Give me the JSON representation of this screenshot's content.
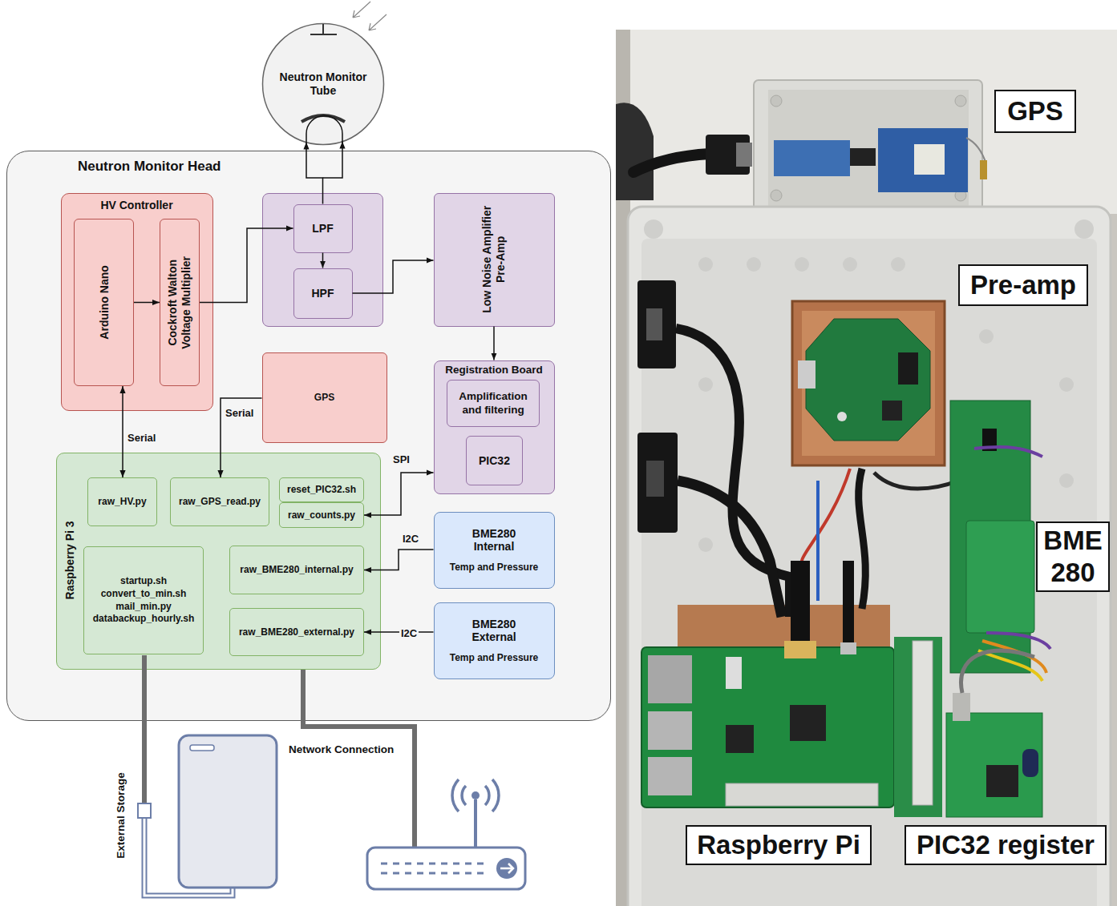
{
  "diagram": {
    "nodes": [
      {
        "text": [
          "Neutron Monitor Tube"
        ]
      },
      {
        "text": [
          "Neutron Monitor Head"
        ]
      },
      {
        "text": [
          "HV Controller"
        ],
        "in": 1
      },
      {
        "text": [
          "Arduino Nano"
        ],
        "in": 2
      },
      {
        "text": [
          "Cockroft Walton Voltage Multiplier"
        ],
        "in": 2
      },
      {
        "text": [
          "LPF"
        ],
        "in": 1
      },
      {
        "text": [
          "HPF"
        ],
        "in": 1
      },
      {
        "text": [
          "Low Noise Amplifier Pre-Amp"
        ],
        "in": 1
      },
      {
        "text": [
          "GPS"
        ],
        "in": 1
      },
      {
        "text": [
          "Registration Board"
        ],
        "in": 1
      },
      {
        "text": [
          "Amplification and filtering"
        ],
        "in": 9
      },
      {
        "text": [
          "PIC32"
        ],
        "in": 9
      },
      {
        "text": [
          "Raspberry Pi 3"
        ],
        "in": 1
      },
      {
        "text": [
          "raw_HV.py"
        ],
        "in": 12
      },
      {
        "text": [
          "raw_GPS_read.py"
        ],
        "in": 12
      },
      {
        "text": [
          "reset_PIC32.sh"
        ],
        "in": 12
      },
      {
        "text": [
          "raw_counts.py"
        ],
        "in": 12
      },
      {
        "text": [
          "startup.sh convert_to_min.sh mail_min.py databackup_hourly.sh"
        ],
        "in": 12
      },
      {
        "text": [
          "raw_BME280_internal.py"
        ],
        "in": 12
      },
      {
        "text": [
          "raw_BME280_external.py"
        ],
        "in": 12
      },
      {
        "text": [
          "BME280 Internal",
          "Temp and Pressure"
        ],
        "in": 1
      },
      {
        "text": [
          "BME280 External",
          "Temp and Pressure"
        ],
        "in": 1
      },
      {
        "text": [
          "GPS"
        ]
      },
      {
        "text": [
          "Pre-amp"
        ]
      },
      {
        "text": [
          "BME 280"
        ]
      },
      {
        "text": [
          "Raspberry Pi"
        ]
      },
      {
        "text": [
          "PIC32 register"
        ]
      }
    ],
    "edges": [
      {
        "from": 5,
        "to": 0,
        "arrow": "to"
      },
      {
        "from": 3,
        "to": 4,
        "arrow": "to"
      },
      {
        "from": 4,
        "to": 5,
        "arrow": "to"
      },
      {
        "from": 5,
        "to": 6,
        "arrow": "to"
      },
      {
        "from": 6,
        "to": 7,
        "arrow": "to"
      },
      {
        "from": 7,
        "to": 9,
        "arrow": "to"
      },
      {
        "from": 3,
        "to": 13,
        "label": "Serial",
        "arrow": "both"
      },
      {
        "from": 8,
        "to": 14,
        "label": "Serial",
        "arrow": "to"
      },
      {
        "from": 9,
        "to": 16,
        "label": "SPI",
        "arrow": "both"
      },
      {
        "from": 20,
        "to": 18,
        "label": "I2C",
        "arrow": "to"
      },
      {
        "from": 21,
        "to": 19,
        "label": "I2C",
        "arrow": "to"
      }
    ],
    "labels": [
      "External Storage",
      "Network Connection"
    ]
  }
}
